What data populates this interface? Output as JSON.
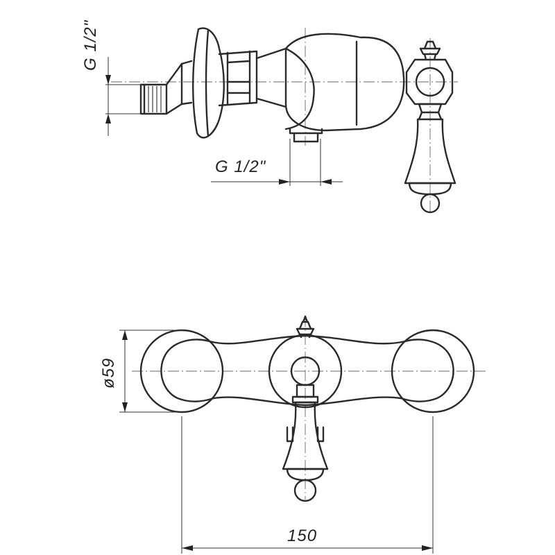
{
  "dimensions": {
    "side_vertical_thread": "G 1/2\"",
    "bottom_outlet_thread": "G 1/2\"",
    "flange_diameter": "ø59",
    "center_distance": "150"
  }
}
